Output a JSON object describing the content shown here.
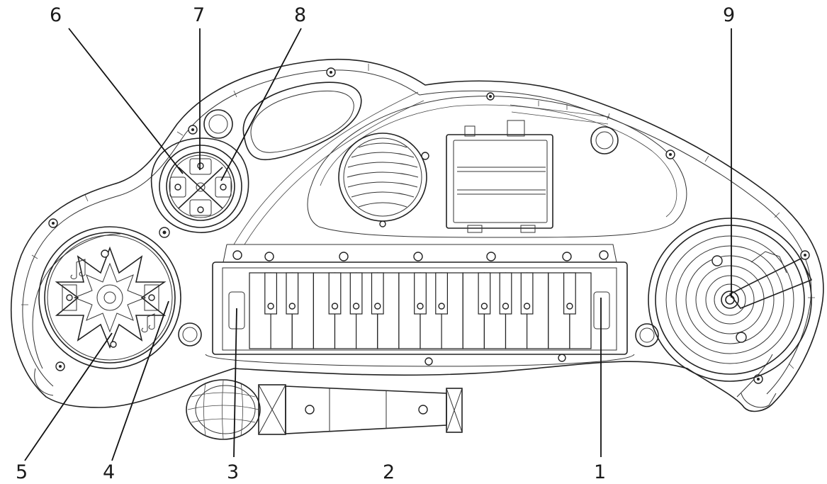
{
  "diagram": {
    "type": "product-line-drawing",
    "subject": "toy keyboard dashboard",
    "line_color": "#222222",
    "background_color": "#ffffff",
    "callouts": [
      {
        "id": "1",
        "label": "1"
      },
      {
        "id": "2",
        "label": "2"
      },
      {
        "id": "3",
        "label": "3"
      },
      {
        "id": "4",
        "label": "4"
      },
      {
        "id": "5",
        "label": "5"
      },
      {
        "id": "6",
        "label": "6"
      },
      {
        "id": "7",
        "label": "7"
      },
      {
        "id": "8",
        "label": "8"
      },
      {
        "id": "9",
        "label": "9"
      }
    ],
    "keyboard": {
      "white_key_count": 16,
      "black_key_count": 11
    }
  }
}
